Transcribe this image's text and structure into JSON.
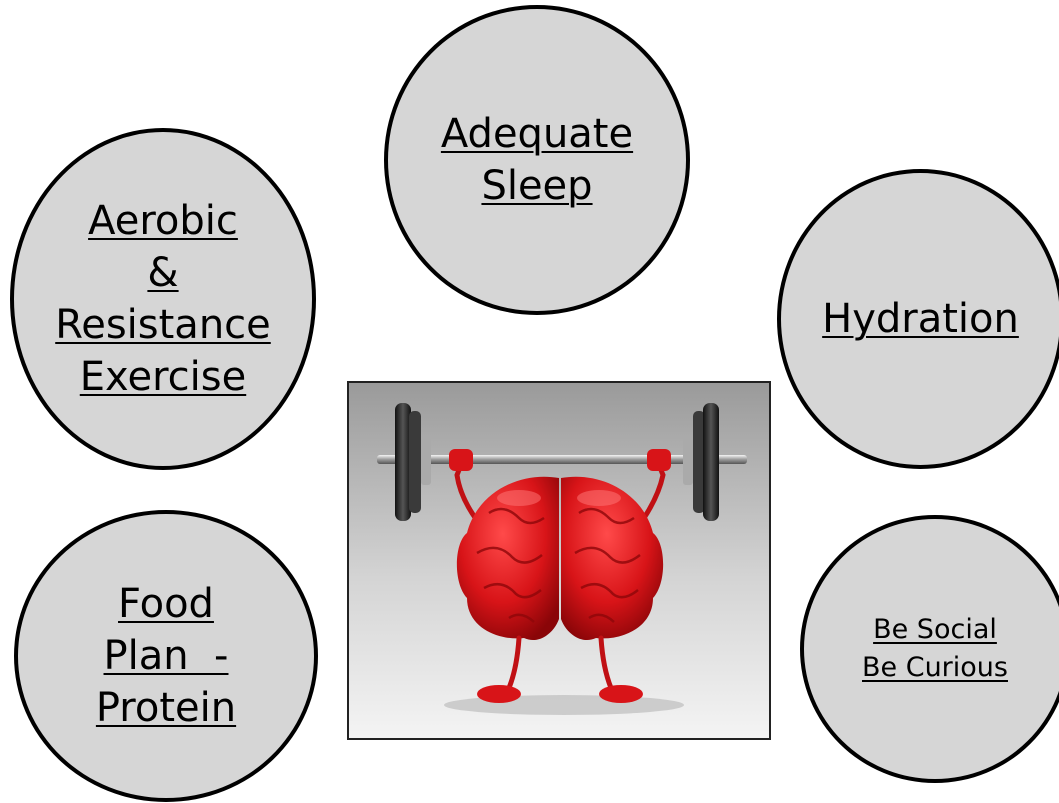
{
  "circles": {
    "sleep": {
      "lines": [
        "Adequate",
        "Sleep"
      ]
    },
    "aerobic": {
      "lines": [
        "Aerobic",
        "&",
        "Resistance",
        "Exercise"
      ]
    },
    "hydration": {
      "lines": [
        "Hydration"
      ]
    },
    "food": {
      "lines": [
        "Food",
        "Plan  -",
        "Protein"
      ]
    },
    "social": {
      "lines": [
        "Be Social",
        "Be Curious"
      ]
    }
  },
  "image": {
    "subject": "red brain lifting barbell"
  },
  "colors": {
    "circle_fill": "#d6d6d6",
    "circle_border": "#000000",
    "brain_red": "#d81418"
  }
}
